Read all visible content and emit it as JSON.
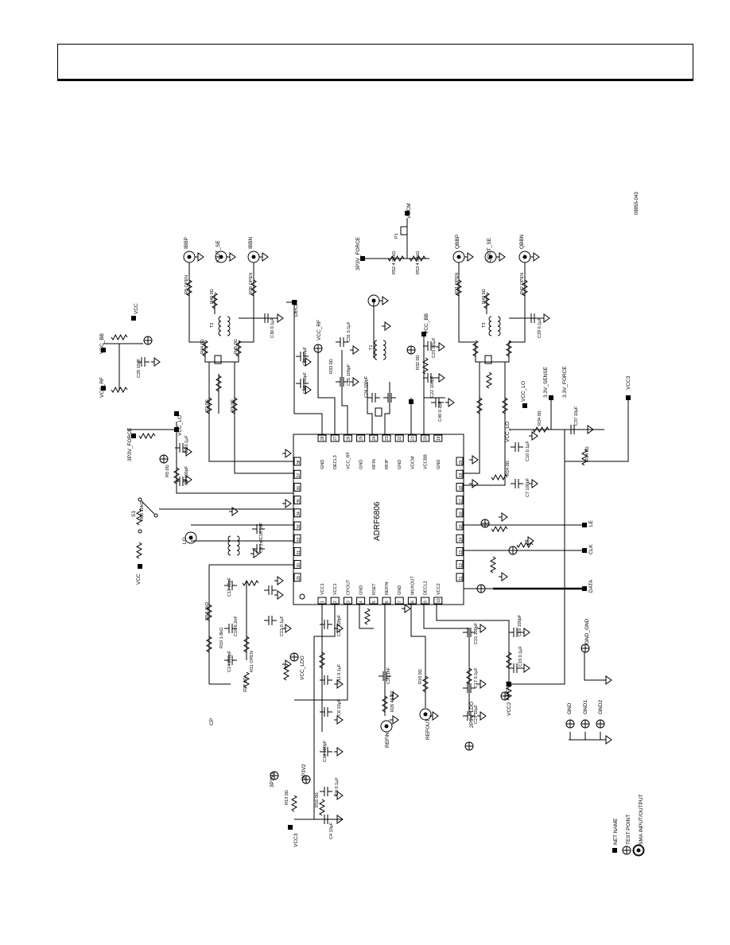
{
  "figure_id": "08855-043",
  "chip": {
    "name": "ADRF6806",
    "top_pins": [
      {
        "n": "28",
        "name": "GND"
      },
      {
        "n": "27",
        "name": "DECL3"
      },
      {
        "n": "26",
        "name": "VCC_RF"
      },
      {
        "n": "25",
        "name": "GND"
      },
      {
        "n": "24",
        "name": "RFIN"
      },
      {
        "n": "23",
        "name": "RFIP"
      },
      {
        "n": "22",
        "name": "GND"
      },
      {
        "n": "21",
        "name": "VOCM"
      },
      {
        "n": "20",
        "name": "VCCBB"
      },
      {
        "n": "19",
        "name": "GND"
      }
    ],
    "bottom_pins": [
      {
        "n": "1",
        "name": "VCC1"
      },
      {
        "n": "2",
        "name": "VCC1"
      },
      {
        "n": "3",
        "name": "CPOUT"
      },
      {
        "n": "4",
        "name": "GND"
      },
      {
        "n": "5",
        "name": "RSET"
      },
      {
        "n": "6",
        "name": "REFIN"
      },
      {
        "n": "7",
        "name": "GND"
      },
      {
        "n": "8",
        "name": "MUXOUT"
      },
      {
        "n": "9",
        "name": "DECL2"
      },
      {
        "n": "10",
        "name": "VCC2"
      }
    ],
    "left_pins": [
      "38",
      "37",
      "36",
      "35",
      "34",
      "33",
      "32",
      "31",
      "30",
      "29"
    ],
    "right_pins": [
      "20",
      "19",
      "18",
      "17",
      "16",
      "15",
      "14",
      "13",
      "12",
      "11"
    ]
  },
  "net_labels": {
    "vocm": "VOCM",
    "sppv_force_top": "3P3V_FORCE",
    "ibbp": "IBBP",
    "iout_se": "IOUT_SE",
    "ibbn": "IBBN",
    "qbbp": "QBBP",
    "qout_se": "QOUT_SE",
    "qbbn": "QBBN",
    "vcc_bb_left": "VCC_BB",
    "vcc_rf_left": "VCC_RF",
    "vcc_left": "VCC",
    "vcc_rf_mid": "VCC_RF",
    "vcc_bb_mid": "VCC_BB",
    "decl3": "DECL3",
    "sppv_force_left": "3P3V_FORCE",
    "vcc_lo": "VCC_LO",
    "vcc_lo2": "VCC_LO",
    "vcc_lo3": "VCC_LO",
    "sppv_sense": "3.3V_SENSE",
    "sppv_force_r": "3.3V_FORCE",
    "vcc3": "VCC3",
    "le": "LE",
    "clk": "CLK",
    "data": "DATA",
    "cp": "CP",
    "vcc_lo_bot": "VCC_LDO",
    "vcc_bot": "VCC",
    "sppv1": "3P3V1",
    "sppv2": "3P3V2",
    "vcc3_bot": "VCC3",
    "refin": "REFIN",
    "refout": "REFOUT",
    "sppv_ldo": "2P5V_LDO",
    "vcc2": "VCC2",
    "gnd_gnd": "GND_GND",
    "gnd": "GND",
    "gnd1": "GND1",
    "gnd2": "GND2",
    "s1": "S1",
    "lo": "LO"
  },
  "parts": {
    "r_ibbp": "R8 OPEN",
    "r_ibbn": "R39 OPEN",
    "r40": "R40 0Ω",
    "r44": "R44 0Ω",
    "r45": "R45 0Ω",
    "c30": "C30 0.1µF",
    "t2": "T2",
    "r2": "R2 0Ω",
    "r3": "R3 0Ω",
    "r_q1": "R21 OPEN",
    "r_q2": "R42 OPEN",
    "r_q3": "R43 0Ω",
    "c29": "C29 0.1µF",
    "t3": "T3",
    "c21": "C21 10µF",
    "c26": "C26 100pF",
    "c31": "C31 0.1µF",
    "c25": "C25 100pF",
    "c24": "C24 100pF",
    "c23": "C23 0.1µF",
    "c22": "C22 100pF",
    "c40": "C40 0.1µF",
    "c28": "C28 10µF",
    "r32": "R32 0Ω",
    "r33": "R33 0Ω",
    "r52": "R52 4.99kΩ",
    "r53": "R53 4.99kΩ",
    "t1": "T1",
    "p1": "P1",
    "c33": "C33 100pF",
    "c32": "C32 0.1µF",
    "r5": "R5 0Ω",
    "c2": "C2 0.1µF",
    "c3": "C3 100pF",
    "r66": "R66 10kΩ",
    "c18": "C18 1nF",
    "c8": "C8 1nF",
    "c12": "C12 22pF",
    "r9": "R9 6.8kΩ",
    "r10": "R10 1.8kΩ",
    "c16": "C16 6.2nF",
    "c14": "C14 220pF",
    "r11": "R11 OPEN",
    "r27": "R27 0Ω",
    "r23": "R23 0Ω",
    "c12b": "C12 100pF",
    "c13": "C13 0.1µF",
    "c11": "C11 0.1µF",
    "c6": "C6 10µF",
    "c10": "C10 100pF",
    "c9": "C9 0.1µF",
    "c4": "C4 10µF",
    "r13": "R13 0Ω",
    "r16": "R16 0Ω",
    "c20": "C20 1nF",
    "r26": "R26 49.9Ω",
    "r18": "R18 0Ω",
    "c15": "C15 100pF",
    "c17": "C17 0.1µF",
    "c27": "C27 10µF",
    "c19": "C19 0.1µF",
    "c18b": "C18 100pF",
    "r22": "R22 0Ω",
    "r14": "R14 0Ω",
    "r34": "R34 0Ω",
    "c37": "C37 10µF",
    "c10b": "C10 0.1µF",
    "c7": "C7 100pF",
    "r24": "R24 0Ω"
  },
  "legend": {
    "net_name": "NET NAME",
    "test_point": "TEST POINT",
    "sma": "SMA INPUT/OUTPUT"
  }
}
